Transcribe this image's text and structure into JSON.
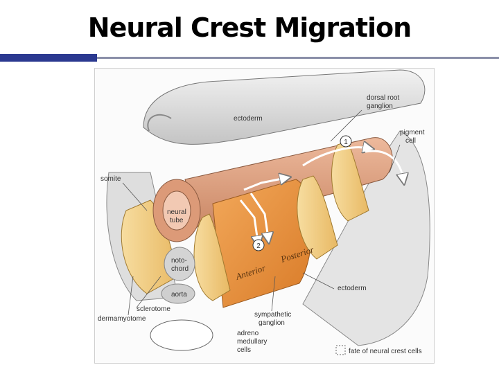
{
  "title": "Neural Crest Migration",
  "labels": {
    "ectoderm_top": "ectoderm",
    "dorsal_root_ganglion": [
      "dorsal root",
      "ganglion"
    ],
    "pigment_cell": [
      "pigment",
      "cell"
    ],
    "somite": "somite",
    "neural_tube": [
      "neural",
      "tube"
    ],
    "notochord": [
      "noto-",
      "chord"
    ],
    "aorta": "aorta",
    "sclerotome": "sclerotome",
    "dermamyotome": "dermamyotome",
    "sympathetic_ganglion": [
      "sympathetic",
      "ganglion"
    ],
    "ectoderm_bottom": "ectoderm",
    "adrenal_medullary_cells": [
      "adreno",
      "medullary",
      "cells"
    ],
    "anterior": "Anterior",
    "posterior": "Posterior",
    "pathway_1": "1",
    "pathway_2": "2",
    "legend": "fate of neural crest cells"
  },
  "colors": {
    "neural_tube": "#e3a889",
    "neural_tube_inner": "#f2c9b3",
    "crest_band": "#e8913f",
    "somite": "#f2d08c",
    "ectoderm": "#d9d9d9",
    "ectoderm_dark": "#a9a9a9",
    "title_rule_blue": "#2b3990"
  }
}
